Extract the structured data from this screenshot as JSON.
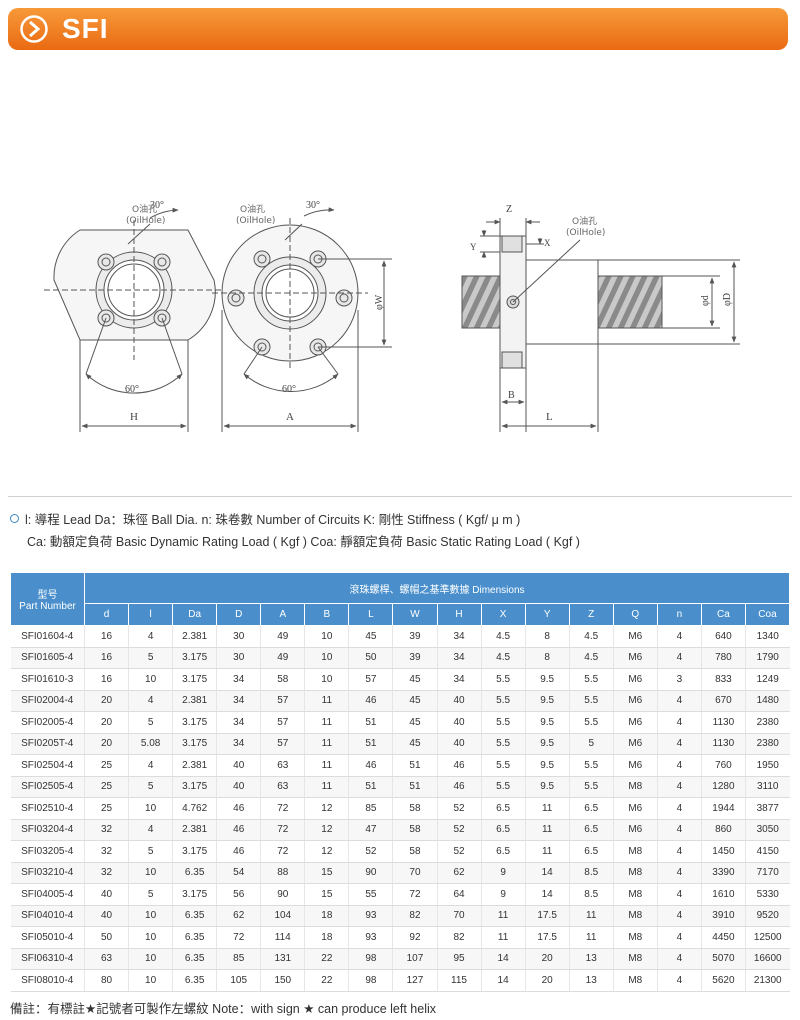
{
  "header": {
    "title": "SFI"
  },
  "diagram": {
    "oil_hole_cn": "O油孔",
    "oil_hole_en": "(OilHole)",
    "angle_30": "30°",
    "angle_60": "60°",
    "dim_H": "H",
    "dim_A": "A",
    "dim_W": "φW",
    "dim_Z": "Z",
    "dim_Y": "Y",
    "dim_X": "X",
    "dim_B": "B",
    "dim_L": "L",
    "dim_d": "φd",
    "dim_D": "φD"
  },
  "legend": {
    "line1": "l: 導程 Lead  Da：珠徑 Ball Dia. n: 珠卷數 Number of Circuits  K: 剛性 Stiffness ( Kgf/ μ m )",
    "line2": "Ca: 動額定負荷 Basic Dynamic Rating Load ( Kgf )  Coa: 靜額定負荷 Basic Static Rating Load ( Kgf )"
  },
  "table": {
    "part_header_cn": "型号",
    "part_header_en": "Part Number",
    "group_header": "滾珠螺桿、螺帽之基準數據  Dimensions",
    "columns": [
      "d",
      "l",
      "Da",
      "D",
      "A",
      "B",
      "L",
      "W",
      "H",
      "X",
      "Y",
      "Z",
      "Q",
      "n",
      "Ca",
      "Coa"
    ],
    "rows": [
      [
        "SFI01604-4",
        "16",
        "4",
        "2.381",
        "30",
        "49",
        "10",
        "45",
        "39",
        "34",
        "4.5",
        "8",
        "4.5",
        "M6",
        "4",
        "640",
        "1340"
      ],
      [
        "SFI01605-4",
        "16",
        "5",
        "3.175",
        "30",
        "49",
        "10",
        "50",
        "39",
        "34",
        "4.5",
        "8",
        "4.5",
        "M6",
        "4",
        "780",
        "1790"
      ],
      [
        "SFI01610-3",
        "16",
        "10",
        "3.175",
        "34",
        "58",
        "10",
        "57",
        "45",
        "34",
        "5.5",
        "9.5",
        "5.5",
        "M6",
        "3",
        "833",
        "1249"
      ],
      [
        "SFI02004-4",
        "20",
        "4",
        "2.381",
        "34",
        "57",
        "11",
        "46",
        "45",
        "40",
        "5.5",
        "9.5",
        "5.5",
        "M6",
        "4",
        "670",
        "1480"
      ],
      [
        "SFI02005-4",
        "20",
        "5",
        "3.175",
        "34",
        "57",
        "11",
        "51",
        "45",
        "40",
        "5.5",
        "9.5",
        "5.5",
        "M6",
        "4",
        "1130",
        "2380"
      ],
      [
        "SFI0205T-4",
        "20",
        "5.08",
        "3.175",
        "34",
        "57",
        "11",
        "51",
        "45",
        "40",
        "5.5",
        "9.5",
        "5",
        "M6",
        "4",
        "1130",
        "2380"
      ],
      [
        "SFI02504-4",
        "25",
        "4",
        "2.381",
        "40",
        "63",
        "11",
        "46",
        "51",
        "46",
        "5.5",
        "9.5",
        "5.5",
        "M6",
        "4",
        "760",
        "1950"
      ],
      [
        "SFI02505-4",
        "25",
        "5",
        "3.175",
        "40",
        "63",
        "11",
        "51",
        "51",
        "46",
        "5.5",
        "9.5",
        "5.5",
        "M8",
        "4",
        "1280",
        "3110"
      ],
      [
        "SFI02510-4",
        "25",
        "10",
        "4.762",
        "46",
        "72",
        "12",
        "85",
        "58",
        "52",
        "6.5",
        "11",
        "6.5",
        "M6",
        "4",
        "1944",
        "3877"
      ],
      [
        "SFI03204-4",
        "32",
        "4",
        "2.381",
        "46",
        "72",
        "12",
        "47",
        "58",
        "52",
        "6.5",
        "11",
        "6.5",
        "M6",
        "4",
        "860",
        "3050"
      ],
      [
        "SFI03205-4",
        "32",
        "5",
        "3.175",
        "46",
        "72",
        "12",
        "52",
        "58",
        "52",
        "6.5",
        "11",
        "6.5",
        "M8",
        "4",
        "1450",
        "4150"
      ],
      [
        "SFI03210-4",
        "32",
        "10",
        "6.35",
        "54",
        "88",
        "15",
        "90",
        "70",
        "62",
        "9",
        "14",
        "8.5",
        "M8",
        "4",
        "3390",
        "7170"
      ],
      [
        "SFI04005-4",
        "40",
        "5",
        "3.175",
        "56",
        "90",
        "15",
        "55",
        "72",
        "64",
        "9",
        "14",
        "8.5",
        "M8",
        "4",
        "1610",
        "5330"
      ],
      [
        "SFI04010-4",
        "40",
        "10",
        "6.35",
        "62",
        "104",
        "18",
        "93",
        "82",
        "70",
        "11",
        "17.5",
        "11",
        "M8",
        "4",
        "3910",
        "9520"
      ],
      [
        "SFI05010-4",
        "50",
        "10",
        "6.35",
        "72",
        "114",
        "18",
        "93",
        "92",
        "82",
        "11",
        "17.5",
        "11",
        "M8",
        "4",
        "4450",
        "12500"
      ],
      [
        "SFI06310-4",
        "63",
        "10",
        "6.35",
        "85",
        "131",
        "22",
        "98",
        "107",
        "95",
        "14",
        "20",
        "13",
        "M8",
        "4",
        "5070",
        "16600"
      ],
      [
        "SFI08010-4",
        "80",
        "10",
        "6.35",
        "105",
        "150",
        "22",
        "98",
        "127",
        "115",
        "14",
        "20",
        "13",
        "M8",
        "4",
        "5620",
        "21300"
      ]
    ]
  },
  "note": "備註：有標註★記號者可製作左螺紋 Note：with sign ★ can produce left helix"
}
